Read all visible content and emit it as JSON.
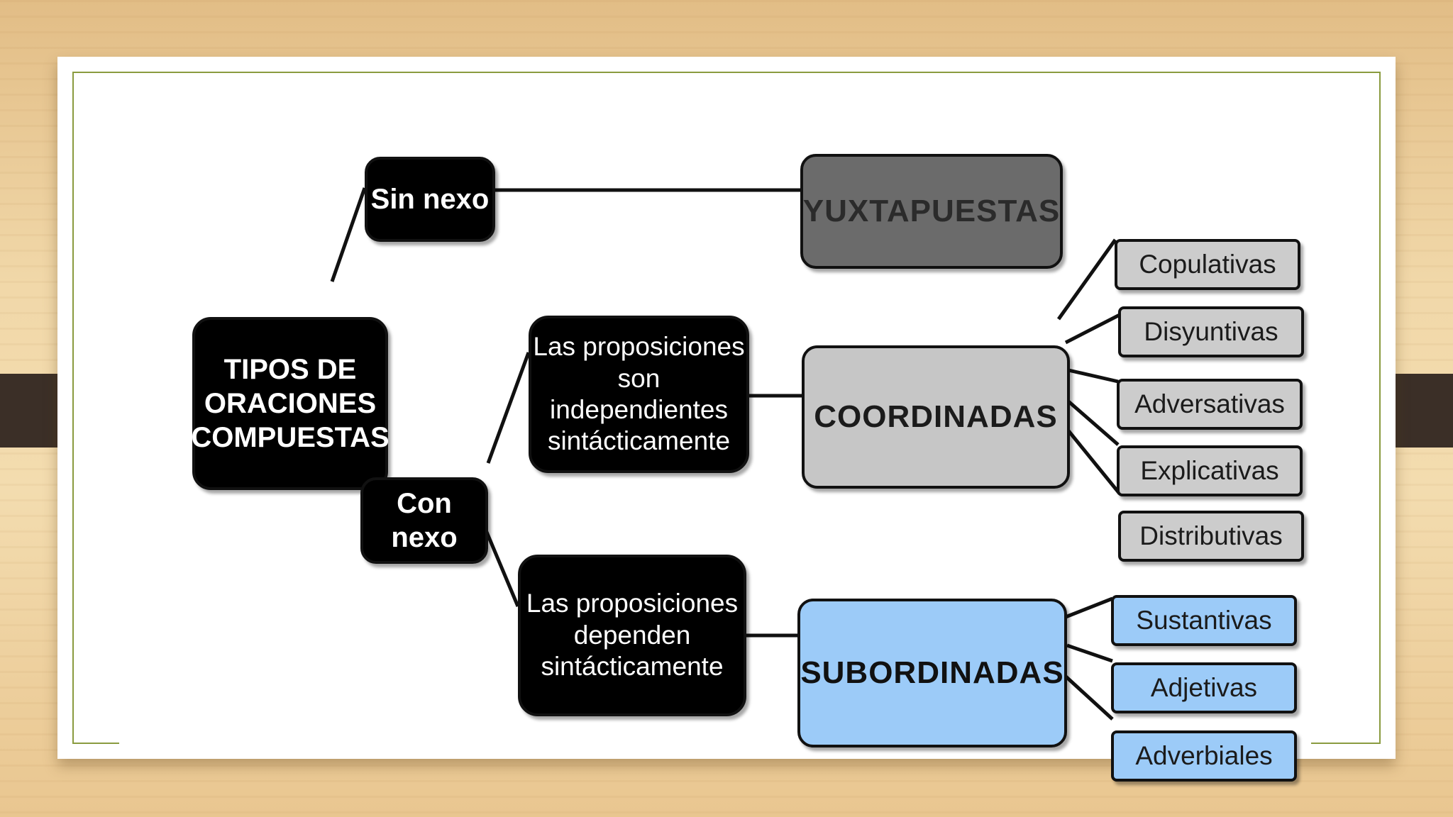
{
  "diagram": {
    "root": {
      "line1": "TIPOS DE",
      "line2": "ORACIONES",
      "line3": "COMPUESTAS"
    },
    "sin_nexo": "Sin nexo",
    "con_nexo": "Con nexo",
    "independientes": {
      "line1": "Las proposiciones",
      "line2": "son independientes",
      "line3": "sintácticamente"
    },
    "dependen": {
      "line1": "Las proposiciones",
      "line2": "dependen",
      "line3": "sintácticamente"
    },
    "yuxtapuestas": "YUXTAPUESTAS",
    "coordinadas": "COORDINADAS",
    "subordinadas": "SUBORDINADAS",
    "coordinadas_tipos": [
      "Copulativas",
      "Disyuntivas",
      "Adversativas",
      "Explicativas",
      "Distributivas"
    ],
    "subordinadas_tipos": [
      "Sustantivas",
      "Adjetivas",
      "Adverbiales"
    ],
    "colors": {
      "dark_node": "#000000",
      "yuxtapuestas": "#6b6b6b",
      "coordinadas": "#c6c6c6",
      "subordinadas": "#9ccbf8"
    }
  }
}
